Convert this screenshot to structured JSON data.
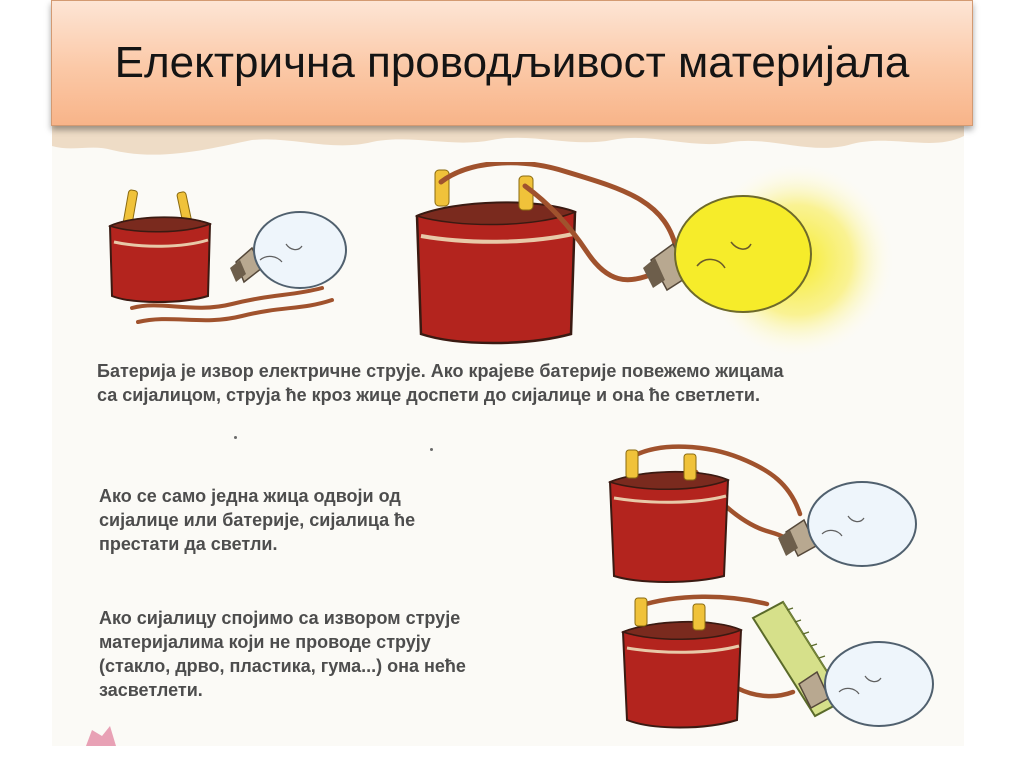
{
  "slide": {
    "title": "Електрична проводљивост материјала"
  },
  "captions": {
    "battery_intro": [
      "Батерија је извор електричне струје. Ако крајеве батерије повежемо жицама",
      "са сијалицом, струја ће кроз жице доспети до сијалице и она ће светлети."
    ],
    "wire_detached": [
      "Ако се само једна жица одвоји од",
      "сијалице или батерије, сијалица ће",
      "престати да светли."
    ],
    "insulator": [
      "Ако сијалицу спојимо са извором струје",
      "материјалима који не проводе струју",
      "(стакло, дрво, пластика, гума...) она неће",
      "засветлети."
    ]
  },
  "colors": {
    "battery_red": "#b3241e",
    "battery_top": "#7a2a1e",
    "terminal_yellow": "#f0c23a",
    "wire_brown": "#a0522d",
    "glow_yellow": "#f6ec2a",
    "bulb_glass": "#eef5fb",
    "ruler_green": "#d6e08a"
  },
  "icons": {
    "battery": "battery-icon",
    "bulb": "light-bulb-icon",
    "wire": "wire-icon",
    "ruler": "ruler-icon"
  }
}
